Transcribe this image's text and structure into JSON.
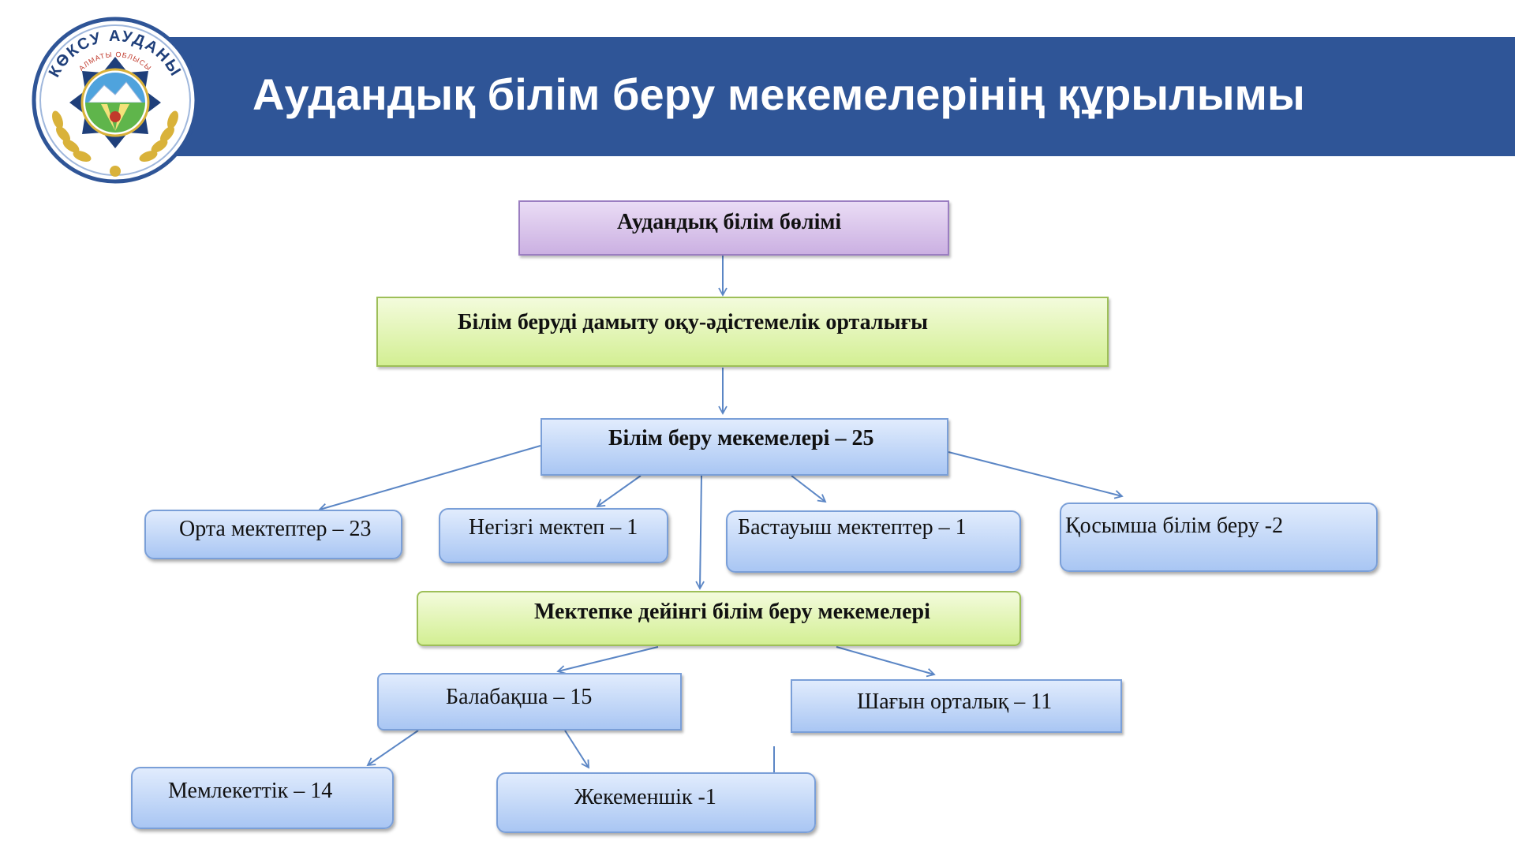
{
  "header": {
    "title": "Аудандық білім беру мекемелерінің құрылымы",
    "emblem_text_top": "КӨКСУ АУДАНЫ",
    "emblem_text_inner": "АЛМАТЫ ОБЛЫСЫ"
  },
  "nodes": {
    "district_department": "Аудандық білім бөлімі",
    "methodical_center": "Білім беруді дамыту оқу-әдістемелік орталығы",
    "education_institutions": "Білім беру мекемелері – 25",
    "secondary_schools": "Орта мектептер – 23",
    "basic_school": "Негізгі мектеп – 1",
    "primary_schools": "Бастауыш мектептер – 1",
    "additional_education": "Қосымша білім беру -2",
    "preschool_institutions": "Мектепке дейінгі білім беру мекемелері",
    "kindergarten": "Балабақша – 15",
    "mini_center": "Шағын орталық – 11",
    "state": "Мемлекеттік – 14",
    "private": "Жекеменшік -1"
  },
  "colors": {
    "banner": "#2f5597",
    "purple_box": "#cbb0e2",
    "green_box": "#d3ef93",
    "blue_box": "#a9c6f3",
    "connector": "#5b86c5",
    "emblem_gold": "#d9b23a"
  }
}
